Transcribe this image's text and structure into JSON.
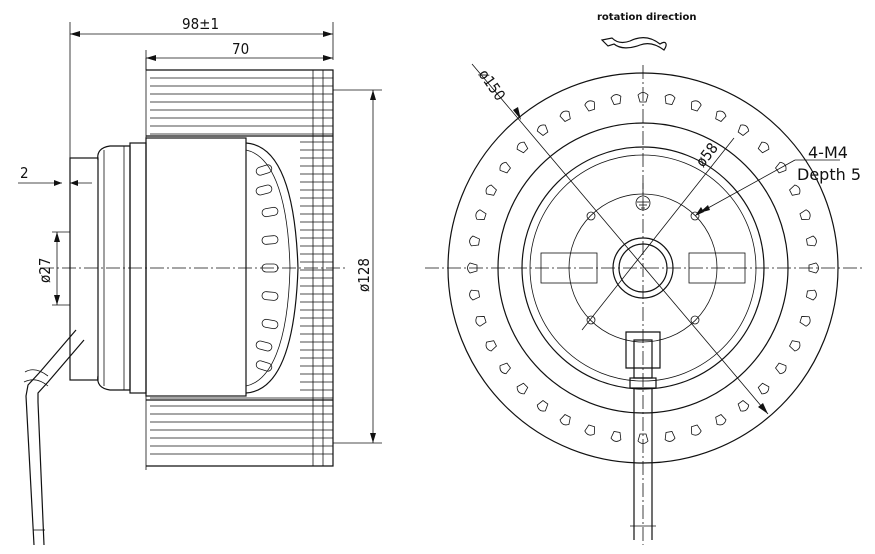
{
  "side_view": {
    "overall_length": "98±1",
    "impeller_width": "70",
    "flange_offset": "2",
    "shaft_diameter": "ø27",
    "impeller_diameter": "ø128"
  },
  "front_view": {
    "rotation_label": "rotation direction",
    "outer_diameter": "ø150",
    "bolt_circle": "ø58",
    "thread_spec": "4-M4",
    "thread_depth": "Depth 5"
  }
}
